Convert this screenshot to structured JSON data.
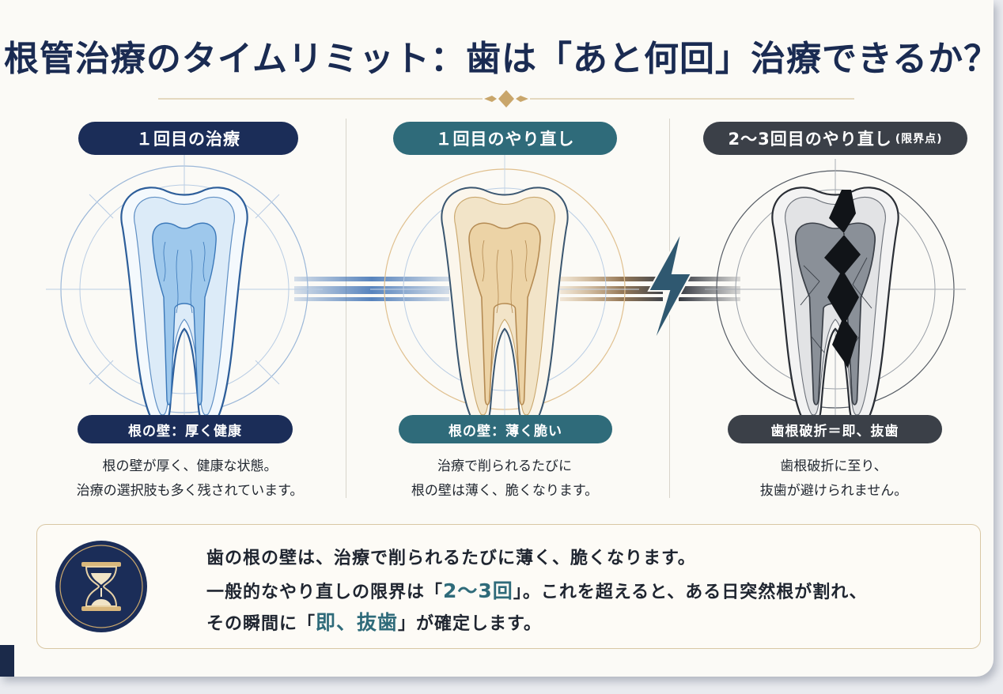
{
  "title": "根管治療のタイムリミット：歯は「あと何回」治療できるか？",
  "stages": [
    {
      "header": "１回目の治療",
      "header_note": "",
      "status": "根の壁：厚く健康",
      "desc_line1": "根の壁が厚く、健康な状態。",
      "desc_line2": "治療の選択肢も多く残されています。",
      "color": "#1b2d58"
    },
    {
      "header": "１回目のやり直し",
      "header_note": "",
      "status": "根の壁：薄く脆い",
      "desc_line1": "治療で削られるたびに",
      "desc_line2": "根の壁は薄く、脆くなります。",
      "color": "#2f6b7a"
    },
    {
      "header": "2〜3回目のやり直し",
      "header_note": "(限界点)",
      "status": "歯根破折＝即、抜歯",
      "desc_line1": "歯根破折に至り、",
      "desc_line2": "抜歯が避けられません。",
      "color": "#3b4048"
    }
  ],
  "summary": {
    "line1": "歯の根の壁は、治療で削られるたびに薄く、脆くなります。",
    "line2_a": "一般的なやり直しの限界は「",
    "line2_hl": "2〜3回",
    "line2_b": "」。これを超えると、ある日突然根が割れ、",
    "line3_a": "その瞬間に「",
    "line3_hl": "即、抜歯",
    "line3_b": "」が確定します。"
  },
  "icons": {
    "hourglass": "hourglass-icon",
    "lightning": "lightning-icon"
  }
}
